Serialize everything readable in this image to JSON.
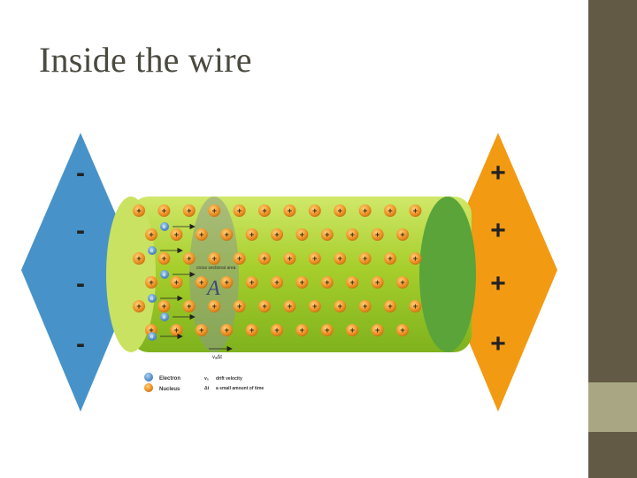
{
  "slide": {
    "title": "Inside the wire"
  },
  "diagram": {
    "left_terminal_signs": [
      "-",
      "-",
      "-",
      "-"
    ],
    "right_terminal_signs": [
      "+",
      "+",
      "+",
      "+"
    ],
    "electron_label": "e",
    "nucleus_sign": "+",
    "area_label": "A",
    "cross_section_label": "cross sectional area",
    "delta_label": "vₐΔt",
    "legend": [
      {
        "symbol": "electron",
        "text": "Electron"
      },
      {
        "symbol": "nucleus",
        "text": "Nucleus"
      },
      {
        "symbol": "vd",
        "text": "drift velocity"
      },
      {
        "symbol": "dt",
        "text": "a small amount of time"
      }
    ],
    "legend_symbols": {
      "vd": "vₐ",
      "dt": "Δt"
    },
    "colors": {
      "left_terminal": "#4793c9",
      "right_terminal": "#f29a12",
      "wire": "#a7cf2c",
      "wire_end": "#5aa43a",
      "nucleus": "#e9921e",
      "electron": "#4a88c6",
      "sidebar": "#625a44",
      "sidebar_accent": "#a9a684"
    },
    "grid": {
      "rows": 6,
      "cols": 12
    }
  }
}
